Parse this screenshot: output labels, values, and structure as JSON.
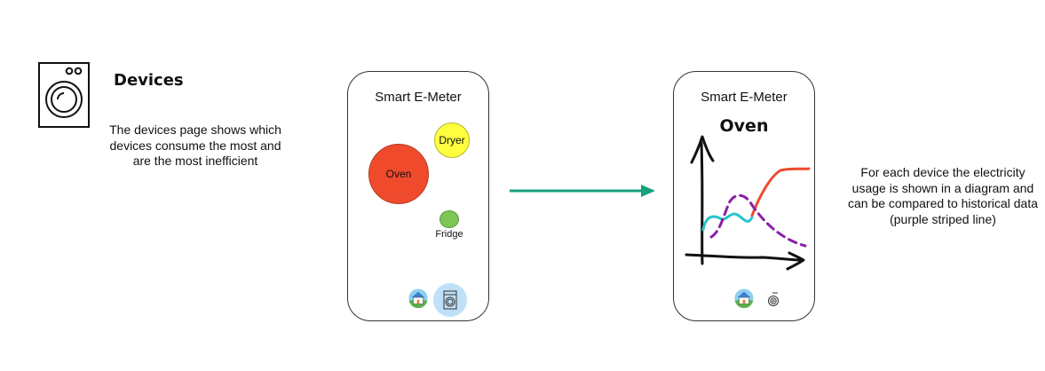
{
  "devices_section": {
    "title": "Devices",
    "description": "The devices page shows which devices consume the most and are the most inefficient"
  },
  "phone_left": {
    "app_title": "Smart E-Meter",
    "bubbles": [
      {
        "label": "Oven",
        "color": "#f04a2c"
      },
      {
        "label": "Dryer",
        "color": "#ffff40"
      },
      {
        "label": "Fridge",
        "color": "#7dc554"
      }
    ],
    "nav": [
      {
        "icon": "home-icon"
      },
      {
        "icon": "washing-machine-icon",
        "active": true
      }
    ]
  },
  "phone_right": {
    "app_title": "Smart E-Meter",
    "heading": "Oven",
    "series_colors": {
      "current": "#f04a2c",
      "past": "#28c4cc",
      "historical": "#8a1fa8"
    },
    "nav": [
      {
        "icon": "home-icon"
      },
      {
        "icon": "washing-machine-icon"
      }
    ]
  },
  "right_description": "For each device the electricity usage is shown in a diagram and can be compared to historical data (purple striped line)",
  "arrow_color": "#15a07e"
}
